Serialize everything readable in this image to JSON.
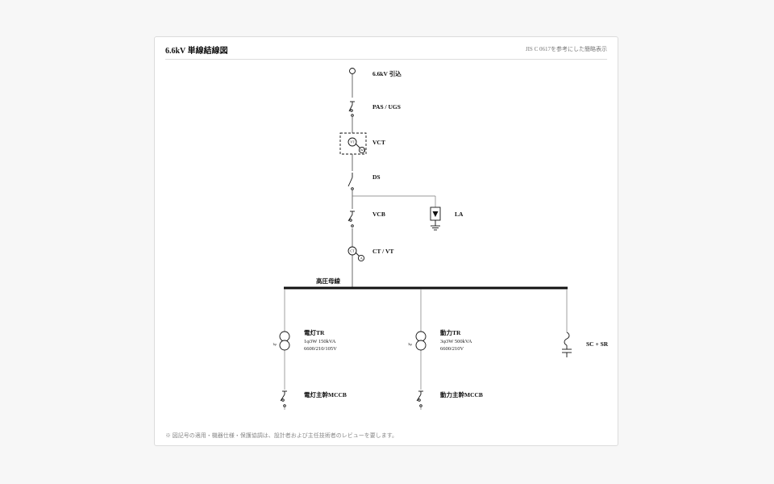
{
  "header": {
    "title": "6.6kV 単線結線図",
    "reference": "JIS C 0617を参考にした簡略表示"
  },
  "diagram": {
    "incoming": "6.6kV 引込",
    "pas": "PAS / UGS",
    "vct": "VCT",
    "vct_inner": "VT",
    "vct_meter": "Wh",
    "ds": "DS",
    "vcb": "VCB",
    "la": "LA",
    "ctvt": "CT / VT",
    "ctvt_inner": "CT",
    "ctvt_meter": "A",
    "bus": "高圧母線",
    "lighting_tr": {
      "name": "電灯TR",
      "spec1": "1φ3W 150kVA",
      "spec2": "6600/210/105V",
      "phase": "1φ"
    },
    "power_tr": {
      "name": "動力TR",
      "spec1": "3φ3W 500kVA",
      "spec2": "6600/210V",
      "phase": "3φ"
    },
    "sc_sr": "SC + SR",
    "lighting_mccb": "電灯主幹MCCB",
    "power_mccb": "動力主幹MCCB"
  },
  "footer": {
    "note": "※ 図記号の適用・機器仕様・保護協調は、設計者および主任技術者のレビューを要します。"
  }
}
